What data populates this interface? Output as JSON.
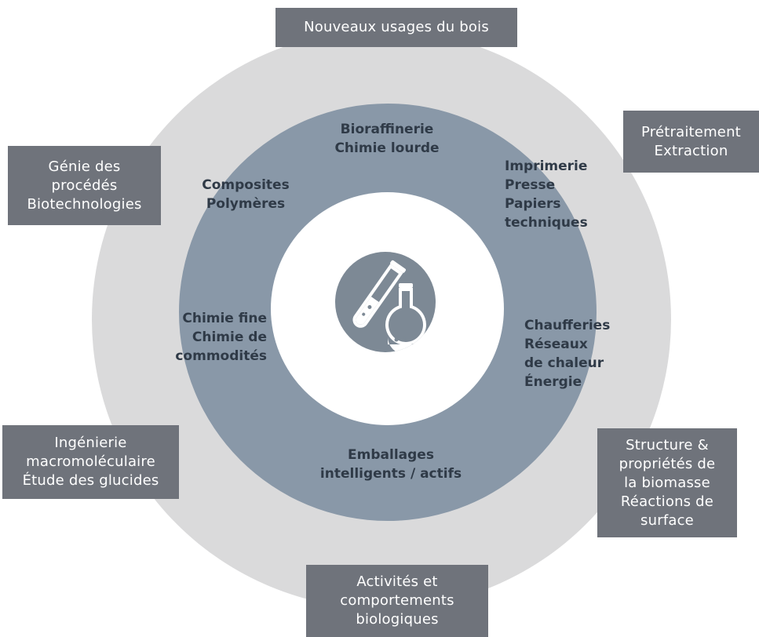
{
  "diagram": {
    "outer_boxes": {
      "top": "Nouveaux usages du bois",
      "top_right": "Prétraitement\nExtraction",
      "left_top": "Génie des\nprocédés\nBiotechnologies",
      "left_bottom": "Ingénierie\nmacromoléculaire\nÉtude des glucides",
      "right_bottom": "Structure &\npropriétés de\nla biomasse\nRéactions de\nsurface",
      "bottom": "Activités et\ncomportements\nbiologiques"
    },
    "inner_ring": {
      "top": "Bioraffinerie\nChimie lourde",
      "top_right": "Imprimerie\nPresse\nPapiers\ntechniques",
      "top_left": "Composites\nPolymères",
      "left": "Chimie fine\nChimie de\ncommodités",
      "right": "Chaufferies\nRéseaux\nde chaleur\nÉnergie",
      "bottom": "Emballages\nintelligents / actifs"
    },
    "center_icon": "lab-glassware-icon",
    "colors": {
      "outer_ring": "#dadadb",
      "middle_ring": "#8998a8",
      "boxes": "#6f737b",
      "icon_circle": "#7d8995"
    }
  }
}
